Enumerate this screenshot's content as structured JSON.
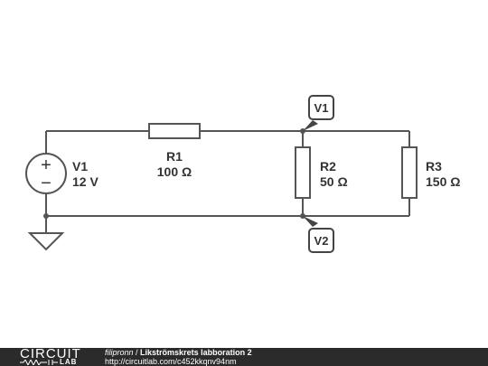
{
  "diagram": {
    "components": {
      "V1": {
        "name": "V1",
        "value": "12 V"
      },
      "R1": {
        "name": "R1",
        "value": "100 Ω"
      },
      "R2": {
        "name": "R2",
        "value": "50 Ω"
      },
      "R3": {
        "name": "R3",
        "value": "150 Ω"
      }
    },
    "probes": {
      "top": {
        "label": "V1"
      },
      "bottom": {
        "label": "V2"
      }
    },
    "symbols": {
      "plus": "+",
      "minus": "−"
    }
  },
  "footer": {
    "logo_text": "CIRCUIT",
    "logo_sub": "LAB",
    "username": "filipronn",
    "separator": " / ",
    "title": "Likströmskrets labboration 2",
    "url": "http://circuitlab.com/c452kkqnv94nm"
  },
  "colors": {
    "wire": "#555555",
    "label": "#333333",
    "footer_bg": "#2b2b2b"
  }
}
